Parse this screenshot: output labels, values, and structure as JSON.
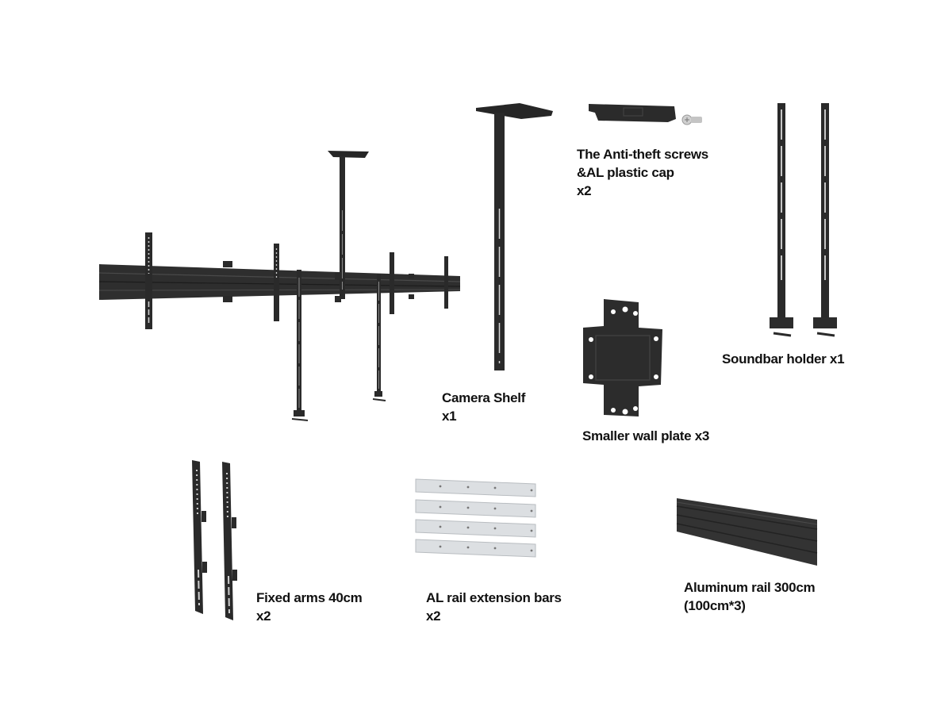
{
  "colors": {
    "background": "#ffffff",
    "metal_dark": "#2a2a2a",
    "metal_mid": "#3a3a3a",
    "aluminum": "#dcdfe2",
    "text": "#111111"
  },
  "parts": [
    {
      "id": "assembled_system",
      "icon": "assembled-video-wall-mount-icon",
      "label_lines": []
    },
    {
      "id": "camera_shelf",
      "icon": "camera-shelf-icon",
      "label_lines": [
        "Camera Shelf",
        "x1"
      ]
    },
    {
      "id": "anti_theft",
      "icon": "anti-theft-screw-and-cap-icon",
      "label_lines": [
        "The Anti-theft screws",
        "&AL plastic cap",
        "x2"
      ]
    },
    {
      "id": "wall_plate",
      "icon": "wall-plate-icon",
      "label_lines": [
        "Smaller wall plate x3"
      ]
    },
    {
      "id": "soundbar_holder",
      "icon": "soundbar-holder-icon",
      "label_lines": [
        "Soundbar holder x1"
      ]
    },
    {
      "id": "fixed_arms",
      "icon": "fixed-arms-icon",
      "label_lines": [
        "Fixed arms 40cm",
        "x2"
      ]
    },
    {
      "id": "extension_bars",
      "icon": "al-rail-extension-bars-icon",
      "label_lines": [
        "AL rail extension bars",
        "x2"
      ]
    },
    {
      "id": "aluminum_rail",
      "icon": "aluminum-rail-icon",
      "label_lines": [
        "Aluminum rail 300cm",
        "(100cm*3)"
      ]
    }
  ]
}
